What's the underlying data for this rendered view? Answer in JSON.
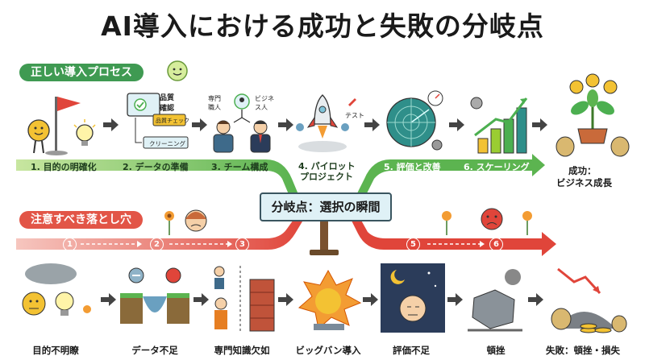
{
  "title": "AI導入における成功と失敗の分岐点",
  "correct_process": {
    "label": "正しい導入プロセス",
    "steps": [
      "1. 目的の明確化",
      "2. データの準備",
      "3. チーム構成",
      "4. パイロット",
      "プロジェクト",
      "5. 評価と改善",
      "6. スケーリング"
    ],
    "success_line1": "成功：",
    "success_line2": "ビジネス成長"
  },
  "icon_text": {
    "quality_check": "品質\n確認",
    "quality_check_box": "品質チェック",
    "cleaning": "クリーニング",
    "expert": "専門\n職人",
    "business": "ビジネ\nス人",
    "test": "テスト"
  },
  "branch_point": "分岐点：選択の瞬間",
  "pitfalls": {
    "label": "注意すべき落とし穴",
    "numbers": [
      "1",
      "2",
      "3",
      "5",
      "6"
    ],
    "items": [
      "目的不明瞭",
      "データ不足",
      "専門知識欠如",
      "ビッグバン導入",
      "評価不足",
      "頓挫",
      "失敗：頓挫・損失"
    ]
  },
  "colors": {
    "green": "#4caf50",
    "red": "#e25547",
    "teal": "#2f8f8a"
  }
}
